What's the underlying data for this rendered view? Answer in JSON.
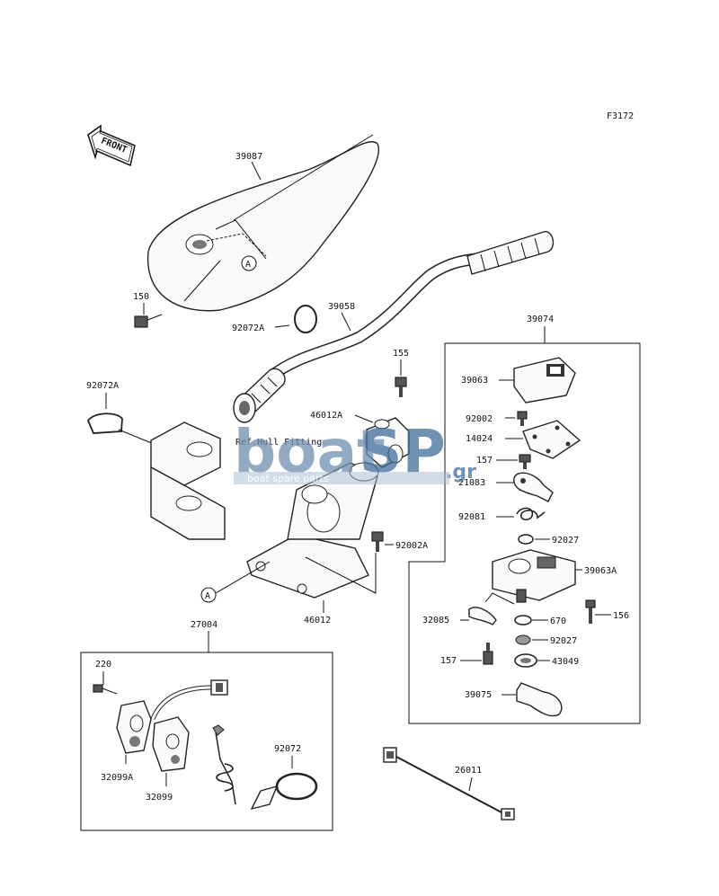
{
  "figure_code": "F3172",
  "front_arrow": "FRONT",
  "ref_note": "Ref.Hull Fitting",
  "watermark": {
    "brand_left": "boat",
    "brand_right": "SP",
    "suffix": ".gr",
    "tagline": "boat spare parts"
  },
  "callout_marker": "A",
  "parts": {
    "p39087": "39087",
    "p150": "150",
    "p92072A_top": "92072A",
    "p39058": "39058",
    "p92072A_left": "92072A",
    "p155": "155",
    "p46012A": "46012A",
    "p92002A": "92002A",
    "p46012": "46012",
    "p27004": "27004",
    "p220": "220",
    "p32099A": "32099A",
    "p32099": "32099",
    "p92072": "92072",
    "p26011": "26011",
    "p39074": "39074",
    "p39063": "39063",
    "p92002": "92002",
    "p14024": "14024",
    "p157_top": "157",
    "p21083": "21083",
    "p92081": "92081",
    "p92027_top": "92027",
    "p39063A": "39063A",
    "p156": "156",
    "p32085": "32085",
    "p670": "670",
    "p92027_bot": "92027",
    "p157_bot": "157",
    "p43049": "43049",
    "p39075": "39075"
  }
}
